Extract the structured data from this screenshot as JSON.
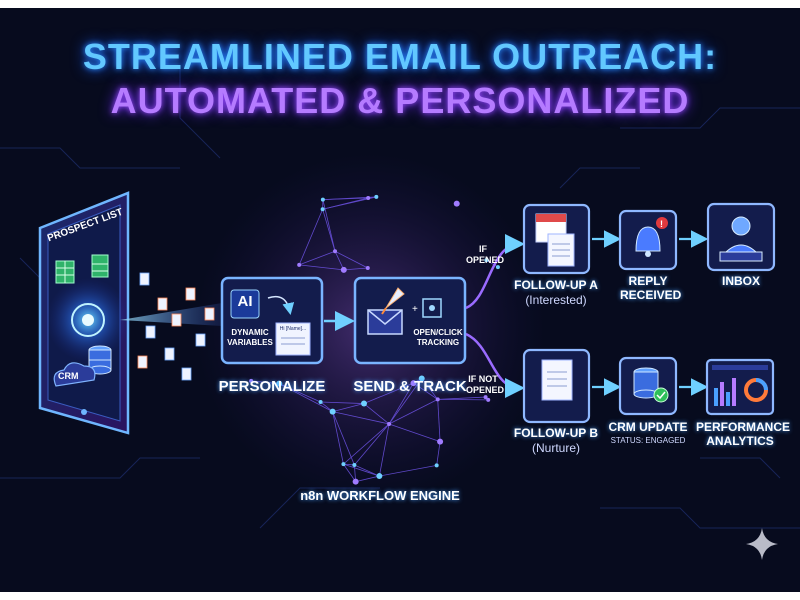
{
  "title": {
    "line1": "STREAMLINED EMAIL OUTREACH:",
    "line2": "AUTOMATED & PERSONALIZED"
  },
  "tablet": {
    "header": "PROSPECT LIST",
    "crm_label": "CRM"
  },
  "personalize": {
    "ai_label": "AI",
    "variables_label": "DYNAMIC VARIABLES",
    "doc_text": "Hi [Name]...",
    "step_label": "PERSONALIZE"
  },
  "send": {
    "tracking_label": "OPEN/CLICK TRACKING",
    "step_label": "SEND & TRACK"
  },
  "engine_label": "n8n WORKFLOW ENGINE",
  "branches": {
    "opened": "IF OPENED",
    "not_opened": "IF NOT OPENED"
  },
  "upper_path": {
    "follow_up_a": "FOLLOW-UP A",
    "follow_up_a_note": "(Interested)",
    "reply": "REPLY RECEIVED",
    "inbox": "INBOX"
  },
  "lower_path": {
    "follow_up_b": "FOLLOW-UP B",
    "follow_up_b_note": "(Nurture)",
    "crm_update": "CRM UPDATE",
    "crm_status": "STATUS: ENGAGED",
    "analytics": "PERFORMANCE ANALYTICS"
  },
  "colors": {
    "accent_blue": "#62c8ff",
    "accent_purple": "#b57bff",
    "background": "#070b1e",
    "arrow": "#6fd0ff"
  },
  "icons": [
    "spreadsheet-icon",
    "database-icon",
    "ai-chip-icon",
    "document-icon",
    "rocket-icon",
    "envelope-icon",
    "target-icon",
    "calendar-icon",
    "bell-icon",
    "headset-person-icon",
    "dashboard-icon",
    "sparkle-icon"
  ]
}
